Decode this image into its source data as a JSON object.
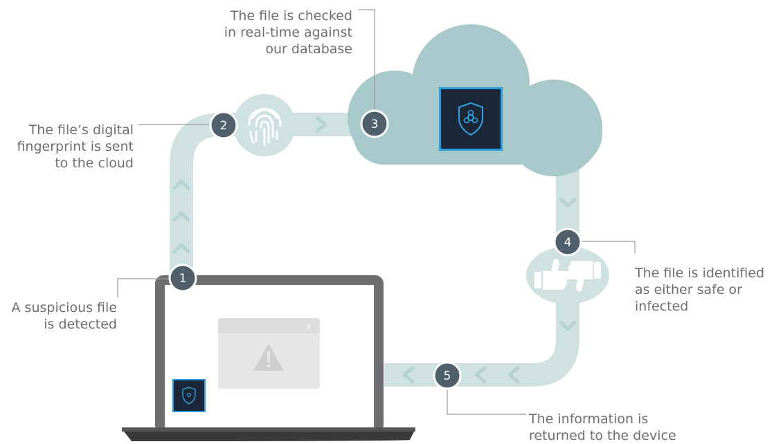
{
  "steps": [
    {
      "number": "1",
      "lines": [
        "A suspicious file",
        "is detected"
      ]
    },
    {
      "number": "2",
      "lines": [
        "The file’s digital",
        "fingerprint is sent",
        "to the cloud"
      ]
    },
    {
      "number": "3",
      "lines": [
        "The file is checked",
        "in real-time against",
        "our database"
      ]
    },
    {
      "number": "4",
      "lines": [
        "The file is identified",
        "as either safe or",
        "infected"
      ]
    },
    {
      "number": "5",
      "lines": [
        "The information is",
        "returned to the device"
      ]
    }
  ],
  "dialog": {
    "close_glyph": "x"
  },
  "colors": {
    "path": "#cfe2e1",
    "cloud": "#a8c9cb",
    "badge": "#4f5f6b",
    "shield_bg": "#1b2637",
    "shield_accent": "#2fa3e6",
    "laptop_frame": "#6e6e70",
    "laptop_base": "#3a3a3a",
    "dialog": "#e6e6e6"
  }
}
